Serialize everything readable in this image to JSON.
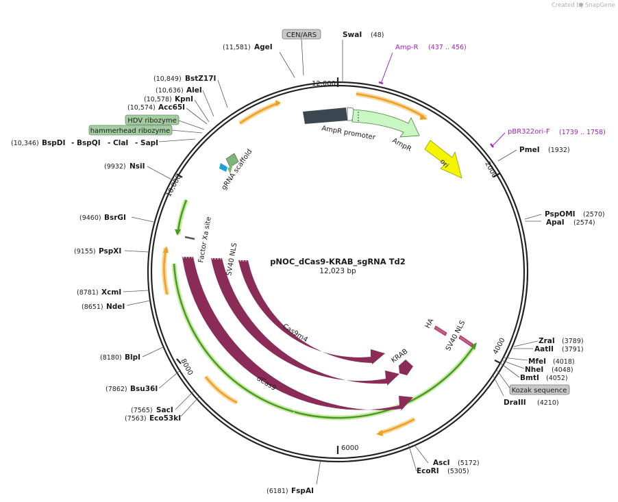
{
  "header": {
    "created_by": "Created by",
    "brand": "SnapGene"
  },
  "plasmid": {
    "name": "pNOC_dCas9-KRAB_sgRNA Td2",
    "length_label": "12,023 bp"
  },
  "ticks": [
    "12,000",
    "2000",
    "4000",
    "6000",
    "8000",
    "10,000"
  ],
  "sites": {
    "swai": {
      "name": "SwaI",
      "pos": "(48)"
    },
    "agei": {
      "name": "AgeI",
      "pos": "(11,581)"
    },
    "bstz17i": {
      "name": "BstZ17I",
      "pos": "(10,849)"
    },
    "alei": {
      "name": "AleI",
      "pos": "(10,636)"
    },
    "kpni": {
      "name": "KpnI",
      "pos": "(10,578)"
    },
    "acc65i": {
      "name": "Acc65I",
      "pos": "(10,574)"
    },
    "bspdi": {
      "name": "BspDI",
      "pos": "(10,346)"
    },
    "bspqi": {
      "name": "- BspQI"
    },
    "clai": {
      "name": "- ClaI"
    },
    "sapi": {
      "name": "- SapI"
    },
    "nsii": {
      "name": "NsiI",
      "pos": "(9932)"
    },
    "bsrgi": {
      "name": "BsrGI",
      "pos": "(9460)"
    },
    "pspxi": {
      "name": "PspXI",
      "pos": "(9155)"
    },
    "xcmi": {
      "name": "XcmI",
      "pos": "(8781)"
    },
    "ndei": {
      "name": "NdeI",
      "pos": "(8651)"
    },
    "blpi": {
      "name": "BlpI",
      "pos": "(8180)"
    },
    "bsu36i": {
      "name": "Bsu36I",
      "pos": "(7862)"
    },
    "saci": {
      "name": "SacI",
      "pos": "(7565)"
    },
    "eco53ki": {
      "name": "Eco53kI",
      "pos": "(7563)"
    },
    "fspai": {
      "name": "FspAI",
      "pos": "(6181)"
    },
    "asci": {
      "name": "AscI",
      "pos": "(5172)"
    },
    "ecori": {
      "name": "EcoRI",
      "pos": "(5305)"
    },
    "draiii": {
      "name": "DraIII",
      "pos": "(4210)"
    },
    "bmti": {
      "name": "BmtI",
      "pos": "(4052)"
    },
    "nhei": {
      "name": "NheI",
      "pos": "(4048)"
    },
    "mfei": {
      "name": "MfeI",
      "pos": "(4018)"
    },
    "aatii": {
      "name": "AatII",
      "pos": "(3791)"
    },
    "zrai": {
      "name": "ZraI",
      "pos": "(3789)"
    },
    "apai": {
      "name": "ApaI",
      "pos": "(2574)"
    },
    "pspomi": {
      "name": "PspOMI",
      "pos": "(2570)"
    },
    "pmei": {
      "name": "PmeI",
      "pos": "(1932)"
    }
  },
  "primers": {
    "ampr": {
      "name": "Amp-R",
      "pos": "(437 .. 456)"
    },
    "pbr322": {
      "name": "pBR322ori-F",
      "pos": "(1739 .. 1758)"
    }
  },
  "boxed_features": {
    "cen_ars": "CEN/ARS",
    "hdv": "HDV ribozyme",
    "hammerhead": "hammerhead ribozyme",
    "kozak": "Kozak sequence"
  },
  "features": {
    "ampr_promoter": "AmpR promoter",
    "ampr": "AmpR",
    "ori": "ori",
    "grna": "gRNA scaffold",
    "factor_xa": "Factor Xa site",
    "sv40_left": "SV40 NLS",
    "sv40_right": "SV40 NLS",
    "ha": "HA",
    "cas9m4": "Cas9m4",
    "cas9": "Cas9",
    "dcas9": "dCas9",
    "krab": "KRAB"
  },
  "colors": {
    "cds": "#8a2b58",
    "promoter": "#3b4750",
    "ampr": "#c9f7c4",
    "ori": "#f5f500",
    "orange": "#f0a020",
    "green": "#4a9a20",
    "primer": "#a020c0",
    "grna_blue": "#20a0d8",
    "grna_green": "#7fb67a",
    "box_gray": "#c8c8c8",
    "box_green": "#a3cca0"
  }
}
